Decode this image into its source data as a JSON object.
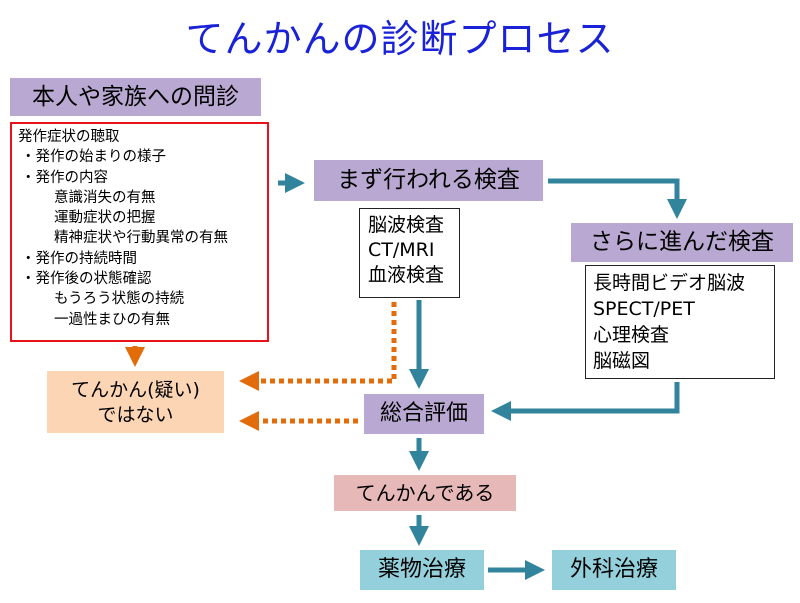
{
  "title": "てんかんの診断プロセス",
  "interview": {
    "label": "本人や家族への問診",
    "symptom_items": [
      "発作症状の聴取",
      "・発作の始まりの様子",
      "・発作の内容",
      "意識消失の有無",
      "運動症状の把握",
      "精神症状や行動異常の有無",
      "・発作の持続時間",
      "・発作後の状態確認",
      "もうろう状態の持続",
      "一過性まひの有無"
    ]
  },
  "first_tests": {
    "label": "まず行われる検査",
    "items": [
      "脳波検査",
      "CT/MRI",
      "血液検査"
    ]
  },
  "advanced_tests": {
    "label": "さらに進んだ検査",
    "items": [
      "長時間ビデオ脳波",
      "SPECT/PET",
      "心理検査",
      "脳磁図"
    ]
  },
  "not_epilepsy": {
    "line1": "てんかん(疑い)",
    "line2": "ではない"
  },
  "evaluation": {
    "label": "総合評価"
  },
  "is_epilepsy": {
    "label": "てんかんである"
  },
  "medication": {
    "label": "薬物治療"
  },
  "surgery": {
    "label": "外科治療"
  },
  "colors": {
    "title": "#1a22d8",
    "purple_box": "#b9a9d2",
    "peach_box": "#fcd5b5",
    "pink_box": "#e6b9b8",
    "blue_box": "#94d0dc",
    "teal_arrow": "#31849b",
    "orange_arrow": "#e36c0a",
    "red_border": "#e8121a"
  }
}
